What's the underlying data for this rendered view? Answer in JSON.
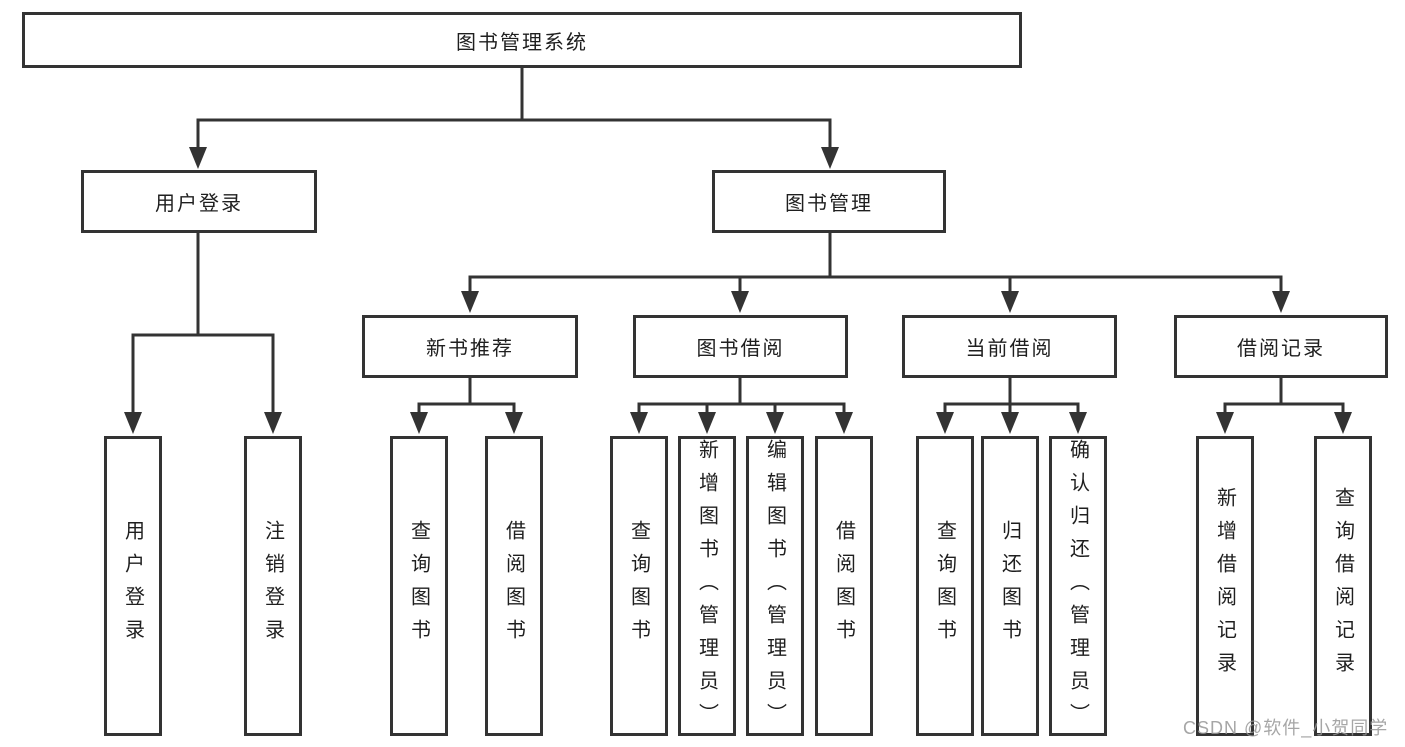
{
  "tree": {
    "label": "图书管理系统",
    "children": [
      {
        "label": "用户登录",
        "children": [
          {
            "label": "用户登录"
          },
          {
            "label": "注销登录"
          }
        ]
      },
      {
        "label": "图书管理",
        "children": [
          {
            "label": "新书推荐",
            "children": [
              {
                "label": "查询图书"
              },
              {
                "label": "借阅图书"
              }
            ]
          },
          {
            "label": "图书借阅",
            "children": [
              {
                "label": "查询图书"
              },
              {
                "label": "新增图书（管理员）"
              },
              {
                "label": "编辑图书（管理员）"
              },
              {
                "label": "借阅图书"
              }
            ]
          },
          {
            "label": "当前借阅",
            "children": [
              {
                "label": "查询图书"
              },
              {
                "label": "归还图书"
              },
              {
                "label": "确认归还（管理员）"
              }
            ]
          },
          {
            "label": "借阅记录",
            "children": [
              {
                "label": "新增借阅记录"
              },
              {
                "label": "查询借阅记录"
              }
            ]
          }
        ]
      }
    ]
  },
  "watermark": {
    "text": "CSDN @软件_小贺同学"
  },
  "colors": {
    "line": "#333333",
    "text": "#1f1f1f",
    "watermark": "#b5b5b5",
    "background": "#ffffff"
  }
}
